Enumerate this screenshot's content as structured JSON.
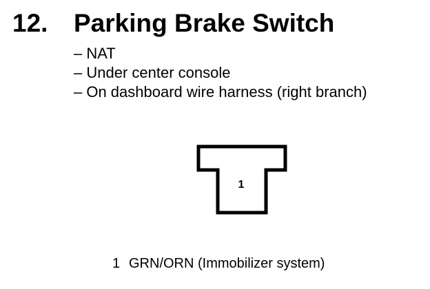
{
  "heading": {
    "number": "12.",
    "title": "Parking Brake Switch"
  },
  "notes": [
    "– NAT",
    "– Under center console",
    "– On dashboard wire harness (right branch)"
  ],
  "connector": {
    "pin_label": "1"
  },
  "legend": {
    "pin": "1",
    "wire": "GRN/ORN (Immobilizer system)"
  }
}
